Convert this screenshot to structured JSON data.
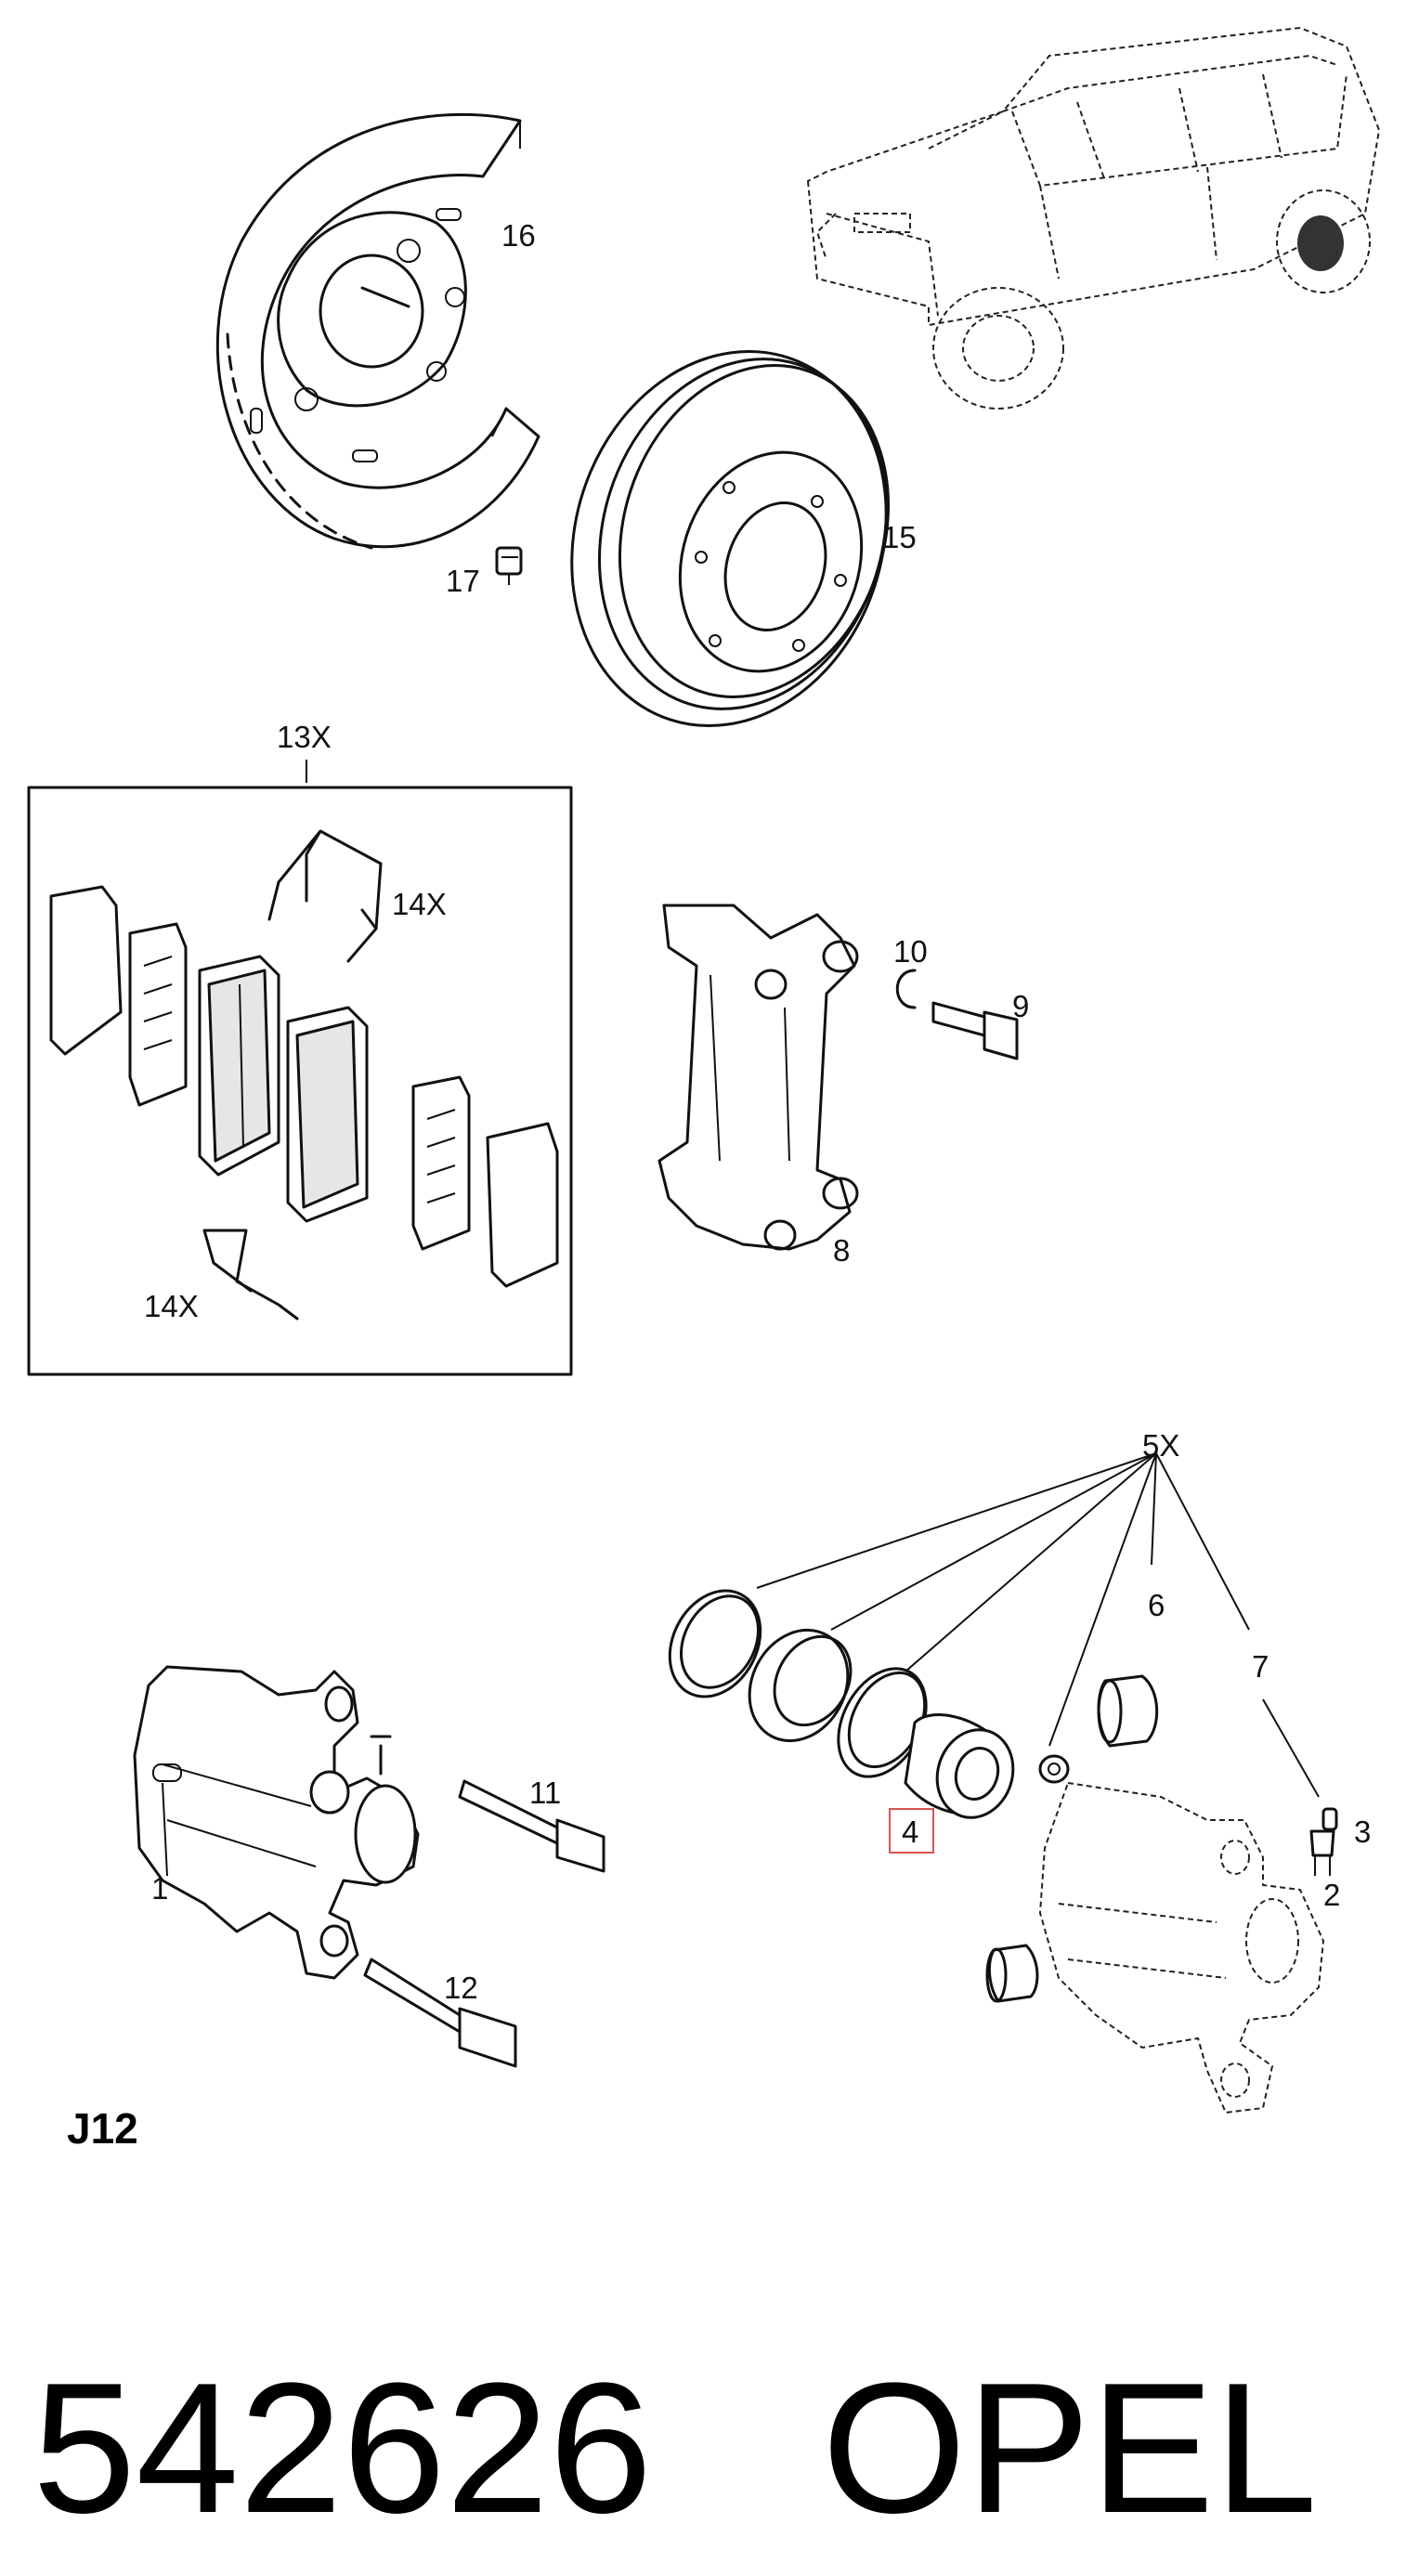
{
  "diagram": {
    "code": "J12",
    "highlight_color": "#d9544f",
    "callouts": [
      {
        "id": "16",
        "text": "16"
      },
      {
        "id": "17",
        "text": "17"
      },
      {
        "id": "15",
        "text": "15"
      },
      {
        "id": "13X",
        "text": "13X"
      },
      {
        "id": "14X-top",
        "text": "14X"
      },
      {
        "id": "14X-bottom",
        "text": "14X"
      },
      {
        "id": "10",
        "text": "10"
      },
      {
        "id": "9",
        "text": "9"
      },
      {
        "id": "8",
        "text": "8"
      },
      {
        "id": "5X",
        "text": "5X"
      },
      {
        "id": "6",
        "text": "6"
      },
      {
        "id": "7",
        "text": "7"
      },
      {
        "id": "4",
        "text": "4"
      },
      {
        "id": "3",
        "text": "3"
      },
      {
        "id": "2",
        "text": "2"
      },
      {
        "id": "1",
        "text": "1"
      },
      {
        "id": "11",
        "text": "11"
      },
      {
        "id": "12",
        "text": "12"
      }
    ]
  },
  "footer": {
    "part_number": "542626",
    "brand": "OPEL"
  }
}
